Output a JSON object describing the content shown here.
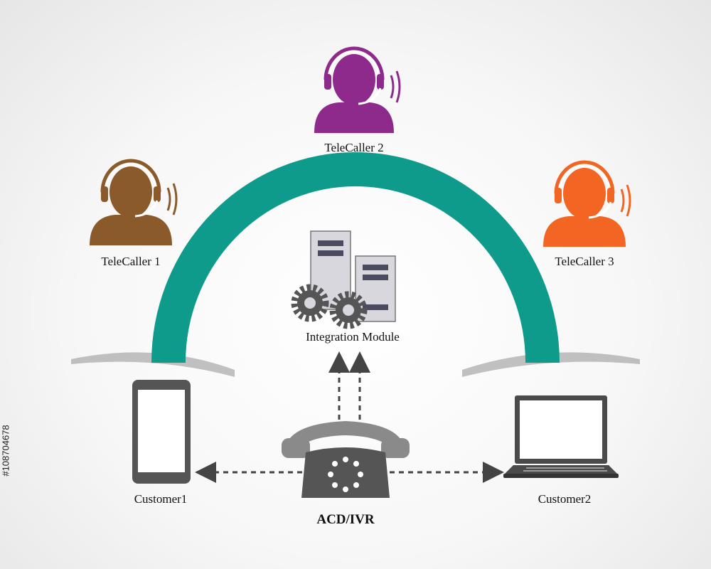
{
  "telecallers": [
    {
      "label": "TeleCaller 1",
      "color": "#8b5a2b"
    },
    {
      "label": "TeleCaller 2",
      "color": "#8e2a8c"
    },
    {
      "label": "TeleCaller 3",
      "color": "#f26522"
    }
  ],
  "integration": {
    "label": "Integration Module"
  },
  "customers": [
    {
      "label": "Customer1",
      "device": "smartphone"
    },
    {
      "label": "Customer2",
      "device": "laptop"
    }
  ],
  "hub": {
    "label": "ACD/IVR",
    "device": "rotary-telephone"
  },
  "watermark": {
    "stock_id": "#108704678"
  },
  "colors": {
    "arch": "#0e9b8c",
    "arch_glow": "#b9b6f2",
    "device": "#4a4a4a",
    "dark_gray": "#555555",
    "light_gray": "#8a8a8a",
    "server": "#d7d7dd",
    "server_slot": "#4a4a60"
  }
}
